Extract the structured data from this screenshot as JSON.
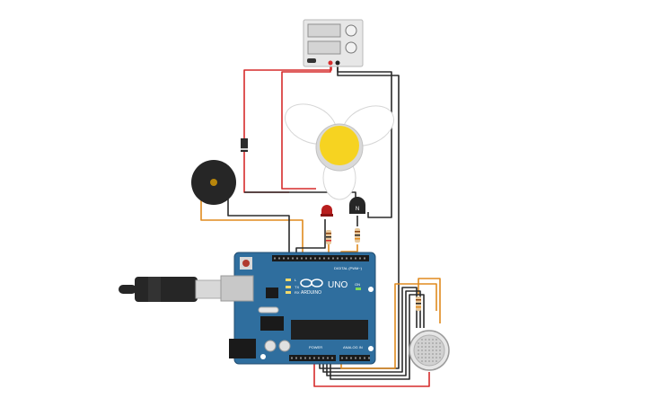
{
  "board": {
    "brand": "ARDUINO",
    "model": "UNO",
    "digital_label": "DIGITAL (PWM~)",
    "power_label": "POWER",
    "analog_label": "ANALOG IN",
    "tx_label": "TX",
    "rx_label": "RX",
    "l_label": "L",
    "on_label": "ON"
  },
  "transistor": {
    "label": "N"
  },
  "colors": {
    "board": "#2F6E9E",
    "board_edge": "#244f72",
    "wire_red": "#d62b2b",
    "wire_black": "#2b2b2b",
    "wire_orange": "#e08a1e",
    "fan_hub": "#f6d321",
    "led_red": "#b81e1e"
  },
  "icons": {
    "usb_plug": "usb-plug-icon",
    "power_supply": "power-supply-icon",
    "buzzer": "piezo-buzzer-icon",
    "fan": "dc-motor-fan-icon",
    "gas_sensor": "gas-sensor-icon"
  }
}
